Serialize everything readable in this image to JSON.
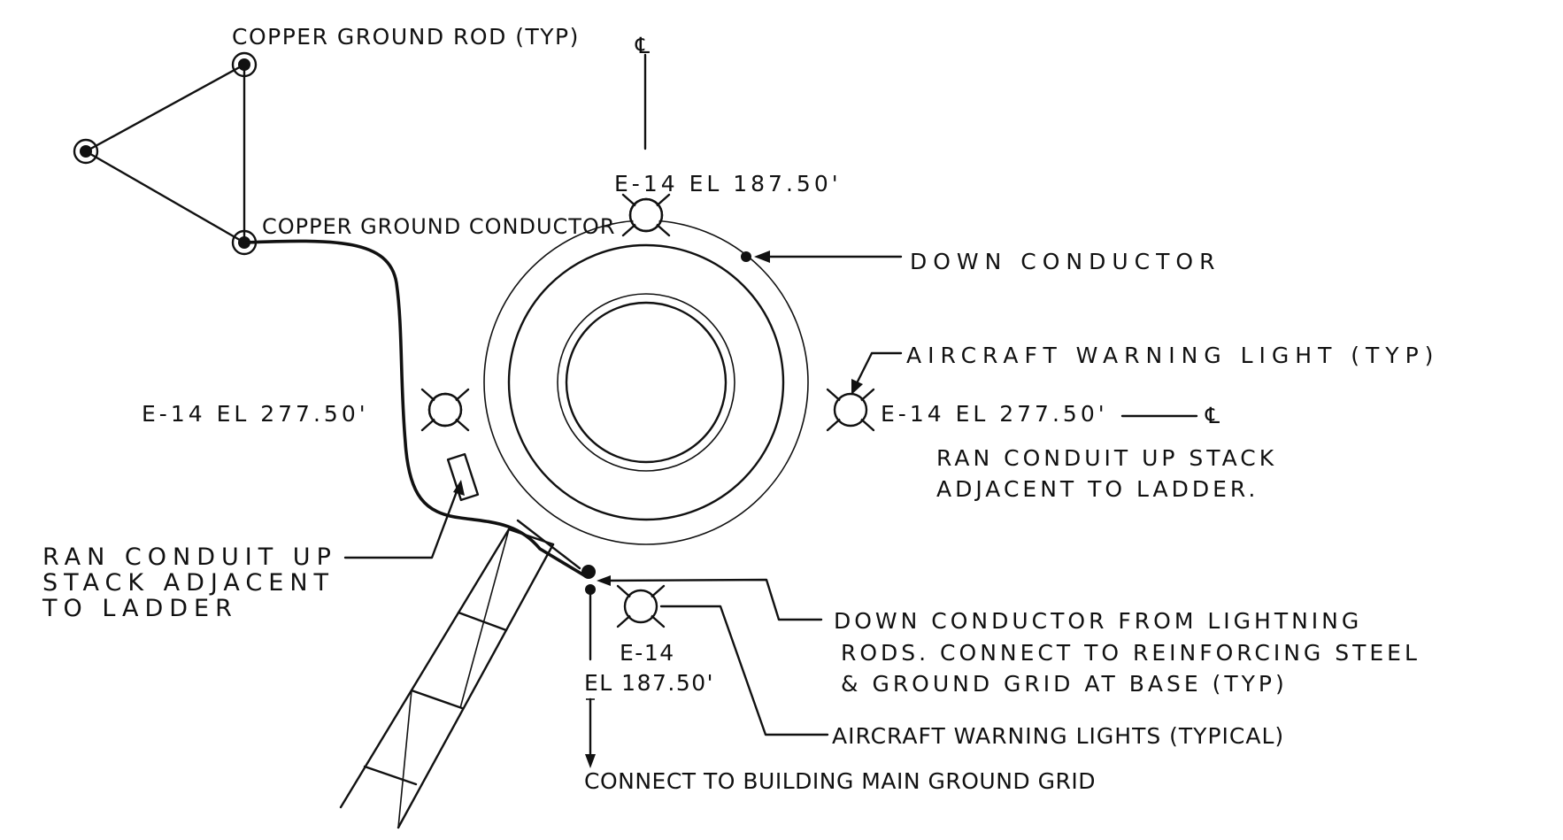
{
  "labels": {
    "copper_ground_rod": "COPPER GROUND ROD (TYP)",
    "centerline_top": "℄",
    "e14_el_top": "E-14 EL 187.50'",
    "copper_ground_conductor": "COPPER GROUND CONDUCTOR",
    "down_conductor": "DOWN CONDUCTOR",
    "aircraft_warning_light": "AIRCRAFT WARNING LIGHT (TYP)",
    "e14_el_left": "E-14 EL 277.50'",
    "e14_el_right": "E-14 EL 277.50'",
    "centerline_right": "℄",
    "ran_conduit_right_1": "RAN CONDUIT UP STACK",
    "ran_conduit_right_2": "ADJACENT TO LADDER.",
    "ran_conduit_left_1": "RAN CONDUIT UP",
    "ran_conduit_left_2": "STACK ADJACENT",
    "ran_conduit_left_3": "TO LADDER",
    "down_conductor_rods_1": "DOWN CONDUCTOR FROM LIGHTNING",
    "down_conductor_rods_2": "RODS. CONNECT TO REINFORCING STEEL",
    "down_conductor_rods_3": "& GROUND GRID AT BASE (TYP)",
    "e14_bottom": "E-14",
    "el_bottom": "EL 187.50'",
    "aircraft_warning_lights_typical": "AIRCRAFT WARNING LIGHTS (TYPICAL)",
    "connect_main_grid": "CONNECT TO BUILDING MAIN GROUND GRID"
  }
}
